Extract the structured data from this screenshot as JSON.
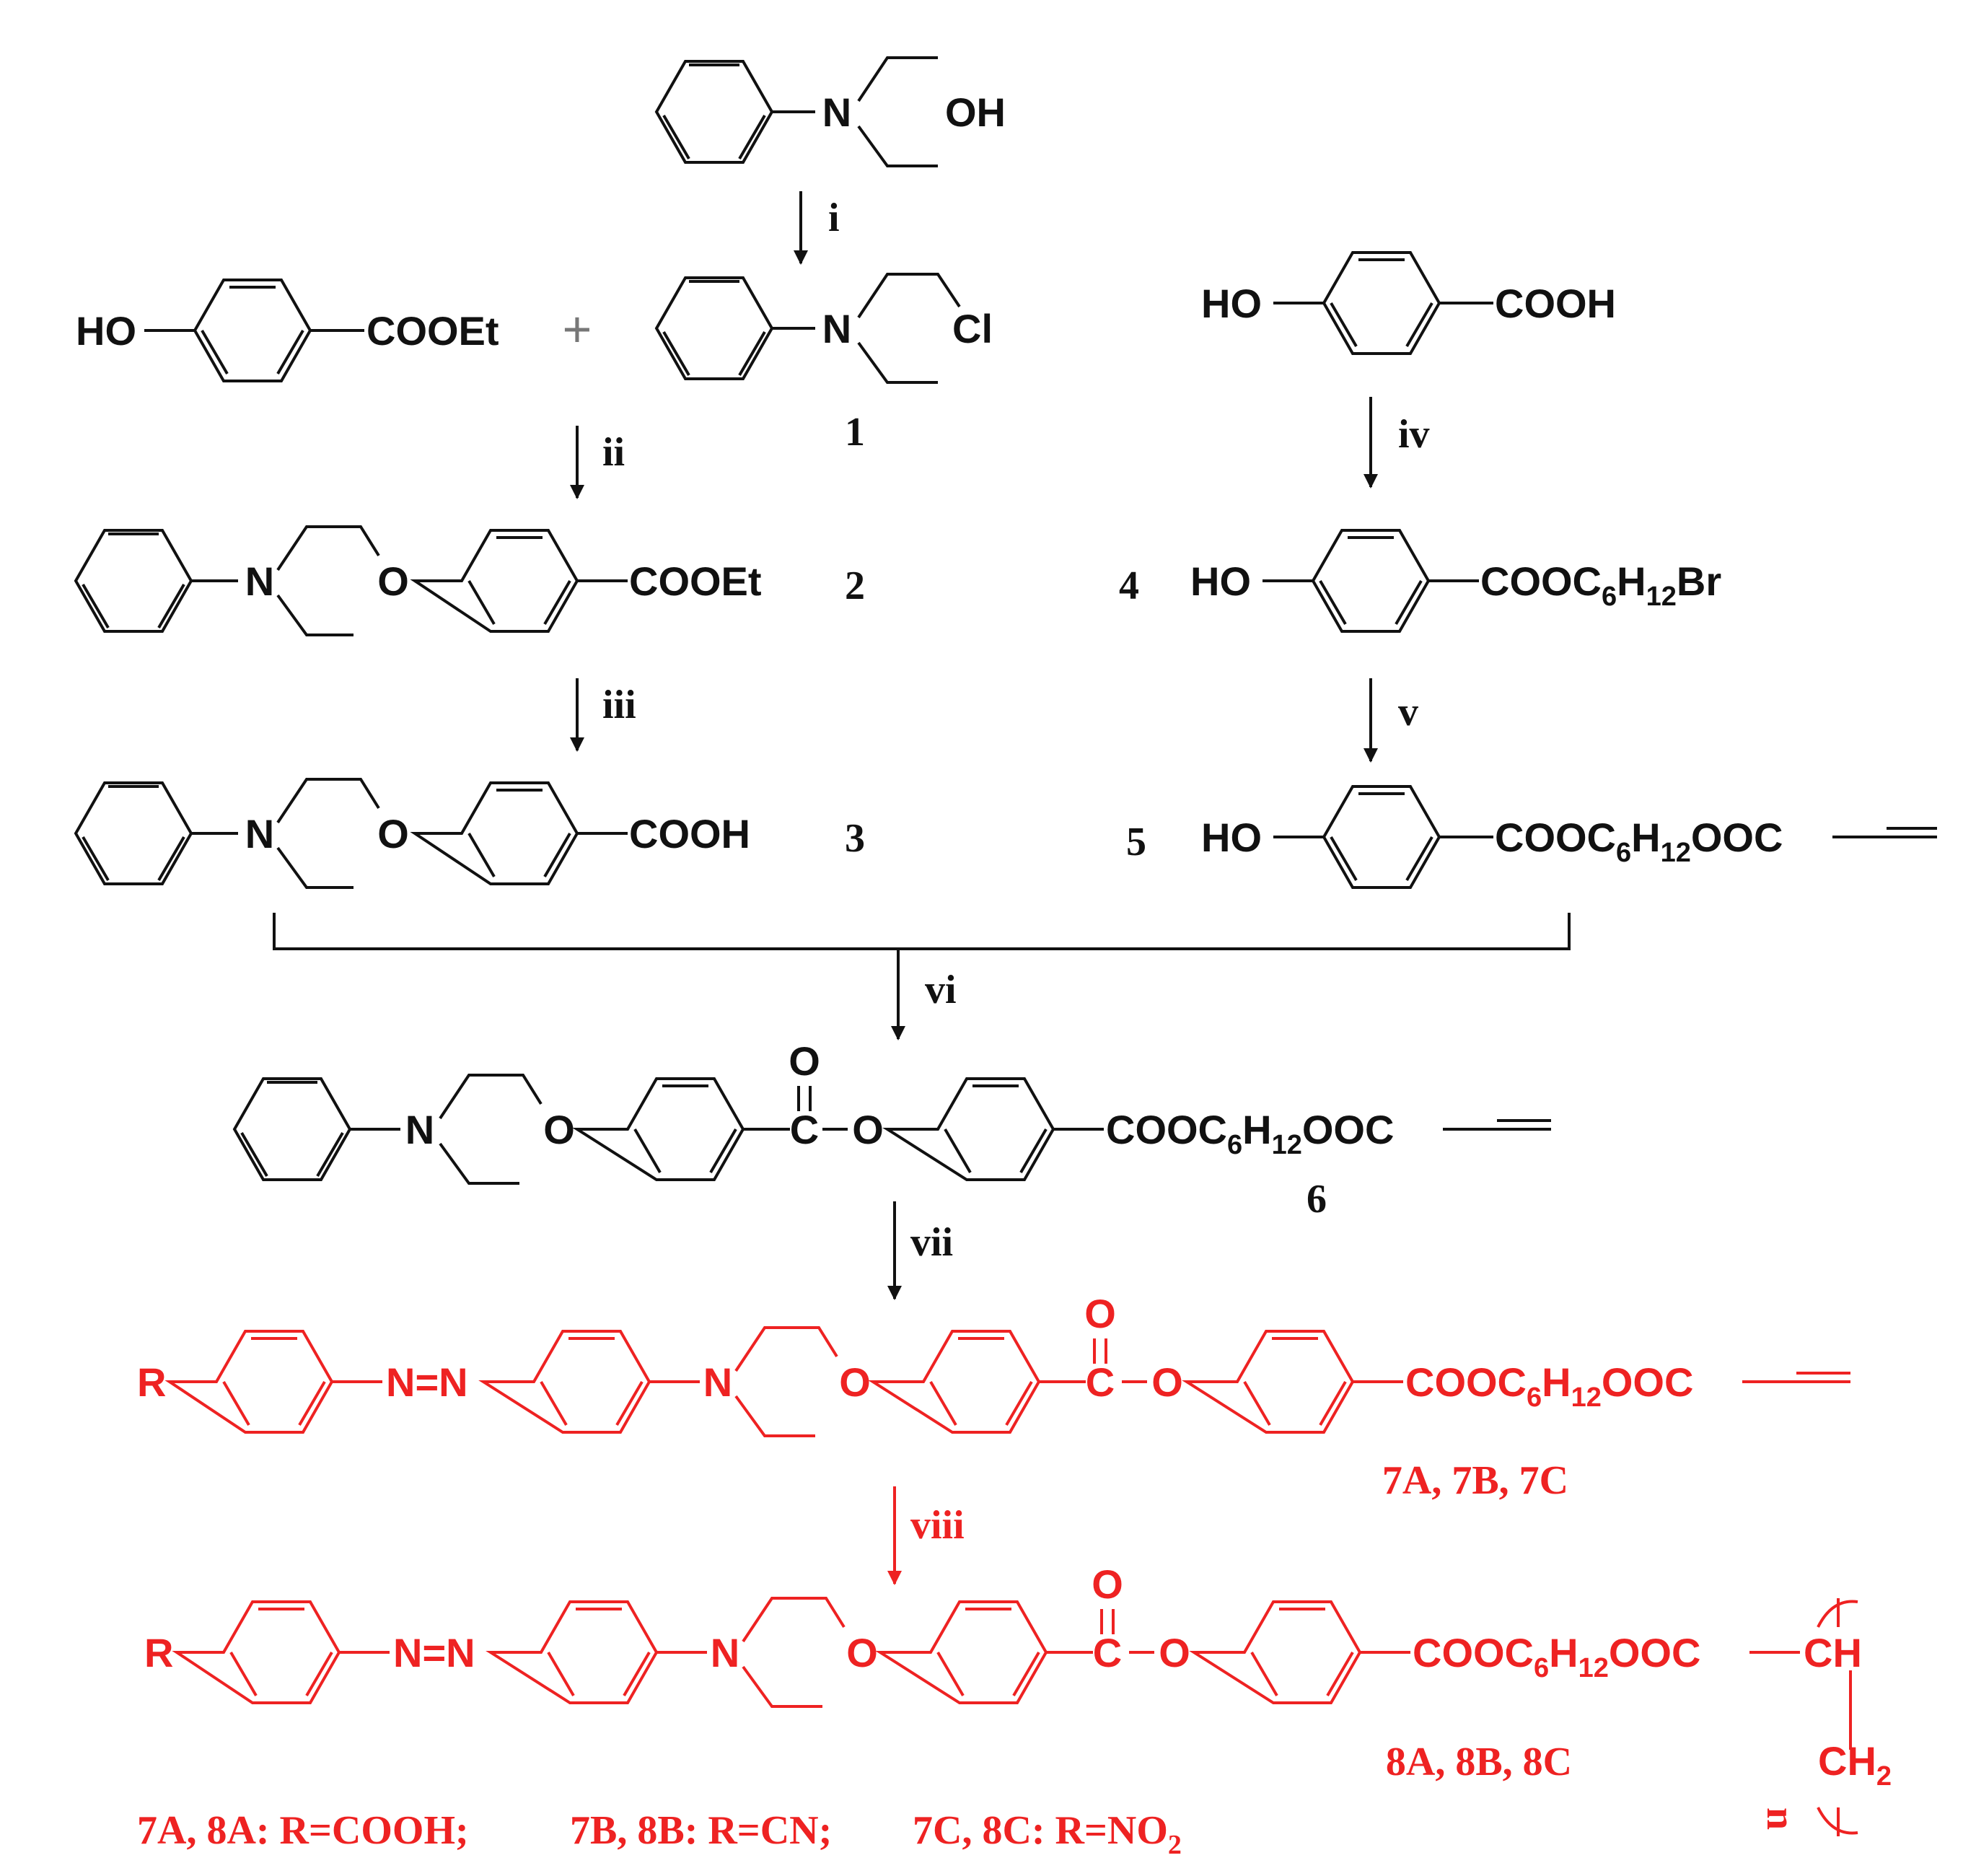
{
  "colors": {
    "black": "#111111",
    "red": "#ee2222"
  },
  "start": {
    "N": "N",
    "OH": "OH"
  },
  "step": {
    "i": "i",
    "ii": "ii",
    "iii": "iii",
    "iv": "iv",
    "v": "v",
    "vi": "vi",
    "vii": "vii",
    "viii": "viii"
  },
  "reagent_left": {
    "HO": "HO",
    "COOEt": "COOEt",
    "plus": "+"
  },
  "compound1": {
    "N": "N",
    "Cl": "Cl",
    "number": "1"
  },
  "hba": {
    "HO": "HO",
    "COOH": "COOH"
  },
  "compound2": {
    "N": "N",
    "O": "O",
    "COOEt": "COOEt",
    "number": "2"
  },
  "compound3": {
    "N": "N",
    "O": "O",
    "COOH": "COOH",
    "number": "3"
  },
  "compound4": {
    "number": "4",
    "HO": "HO",
    "sub_a": "COOC",
    "sub_b": "6",
    "sub_c": "H",
    "sub_d": "12",
    "sub_e": "Br"
  },
  "compound5": {
    "number": "5",
    "HO": "HO",
    "sub_a": "COOC",
    "sub_b": "6",
    "sub_c": "H",
    "sub_d": "12",
    "sub_e": "OOC"
  },
  "compound6": {
    "N": "N",
    "O1": "O",
    "Ocarb": "O",
    "C": "C",
    "O2": "O",
    "sub_a": "COOC",
    "sub_b": "6",
    "sub_c": "H",
    "sub_d": "12",
    "sub_e": "OOC",
    "number": "6"
  },
  "compound7": {
    "R": "R",
    "azo": "N=N",
    "N": "N",
    "O1": "O",
    "Ocarb": "O",
    "C": "C",
    "O2": "O",
    "sub_a": "COOC",
    "sub_b": "6",
    "sub_c": "H",
    "sub_d": "12",
    "sub_e": "OOC",
    "label": "7A, 7B, 7C"
  },
  "compound8": {
    "R": "R",
    "azo": "N=N",
    "N": "N",
    "O1": "O",
    "Ocarb": "O",
    "C": "C",
    "O2": "O",
    "sub_a": "COOC",
    "sub_b": "6",
    "sub_c": "H",
    "sub_d": "12",
    "sub_e": "OOC",
    "CH": "CH",
    "CH2a": "CH",
    "CH2b": "2",
    "n": "n",
    "label": "8A, 8B, 8C"
  },
  "footnote": {
    "a": "7A, 8A: R=COOH;",
    "b": "7B, 8B: R=CN;",
    "c_main": "7C, 8C: R=NO",
    "c_sub": "2"
  }
}
